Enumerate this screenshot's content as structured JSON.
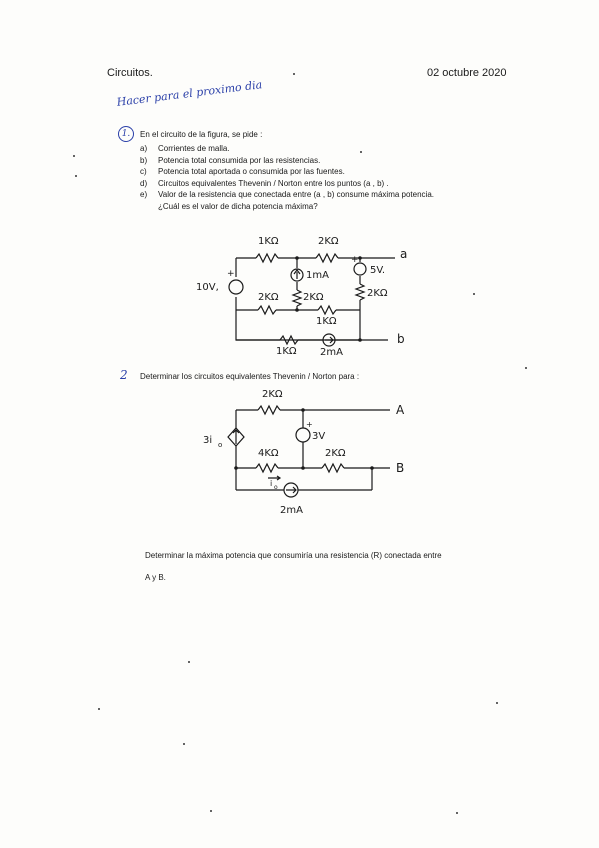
{
  "header": {
    "subject": "Circuitos.",
    "date": "02 octubre 2020"
  },
  "handwritten_note": "Hacer para el proximo dia",
  "problem1": {
    "number": "1.",
    "intro": "En el circuito de la figura, se pide :",
    "items": [
      {
        "key": "a)",
        "text": "Corrientes de malla."
      },
      {
        "key": "b)",
        "text": "Potencia total consumida por las resistencias."
      },
      {
        "key": "c)",
        "text": "Potencia total aportada o consumida por las fuentes."
      },
      {
        "key": "d)",
        "text": "Circuitos equivalentes Thevenin / Norton entre los puntos  (a , b) ."
      },
      {
        "key": "e)",
        "text": "Valor de la resistencia que conectada entre  (a , b) consume máxima potencia."
      },
      {
        "key": "",
        "text": "¿Cuál es el valor de dicha potencia máxima?"
      }
    ],
    "circuit": {
      "labels": {
        "r_top_left": "1KΩ",
        "r_top_right": "2KΩ",
        "node_a": "a",
        "source_v": "10V,",
        "plus": "+",
        "current_1ma": "1mA",
        "source_5v": "5V.",
        "r_mid_left": "2KΩ",
        "r_mid_center": "2KΩ",
        "r_right": "2KΩ",
        "r_lower": "1KΩ",
        "r_bottom": "1KΩ",
        "current_2ma": "2mA",
        "node_b": "b"
      }
    }
  },
  "problem2": {
    "marker": "2",
    "intro": "Determinar los circuitos equivalentes Thevenin / Norton  para :",
    "circuit": {
      "labels": {
        "r_top": "2KΩ",
        "node_A": "A",
        "dep_source": "3i",
        "dep_sub": "o",
        "plus": "+",
        "source_3v": "3V",
        "r_mid_left": "4KΩ",
        "r_mid_right": "2KΩ",
        "node_B": "B",
        "current_i": "i",
        "current_i_sub": "o",
        "current_2ma": "2mA"
      }
    },
    "question_line1": "Determinar la máxima potencia que consumiría una resistencia (R)  conectada entre",
    "question_line2": "A y B."
  }
}
